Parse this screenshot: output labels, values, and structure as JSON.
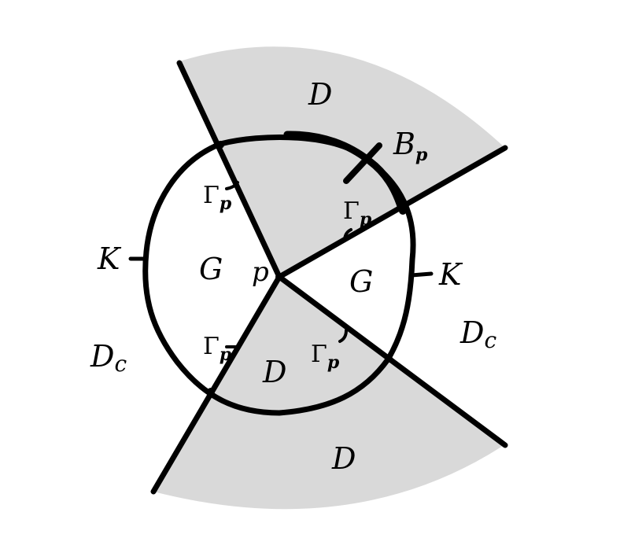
{
  "colors": {
    "shade": "#d9d9d9",
    "ink": "#000000",
    "background": "#ffffff"
  },
  "labels": {
    "d_top": "D",
    "d_center": "D",
    "d_bottom": "D",
    "dc_left": "D",
    "dc_left_sub": "c",
    "dc_right": "D",
    "dc_right_sub": "c",
    "g_left": "G",
    "g_right": "G",
    "p": "p",
    "k_left": "K",
    "k_right": "K",
    "bp": "B",
    "bp_sub": "p",
    "gamma_upper_left": "Γ",
    "gamma_upper_left_sub": "p",
    "gamma_upper_right": "Γ",
    "gamma_upper_right_sub": "p",
    "gamma_lower_left": "Γ",
    "gamma_lower_left_sub": "p",
    "gamma_lower_right": "Γ",
    "gamma_lower_right_sub": "p"
  }
}
